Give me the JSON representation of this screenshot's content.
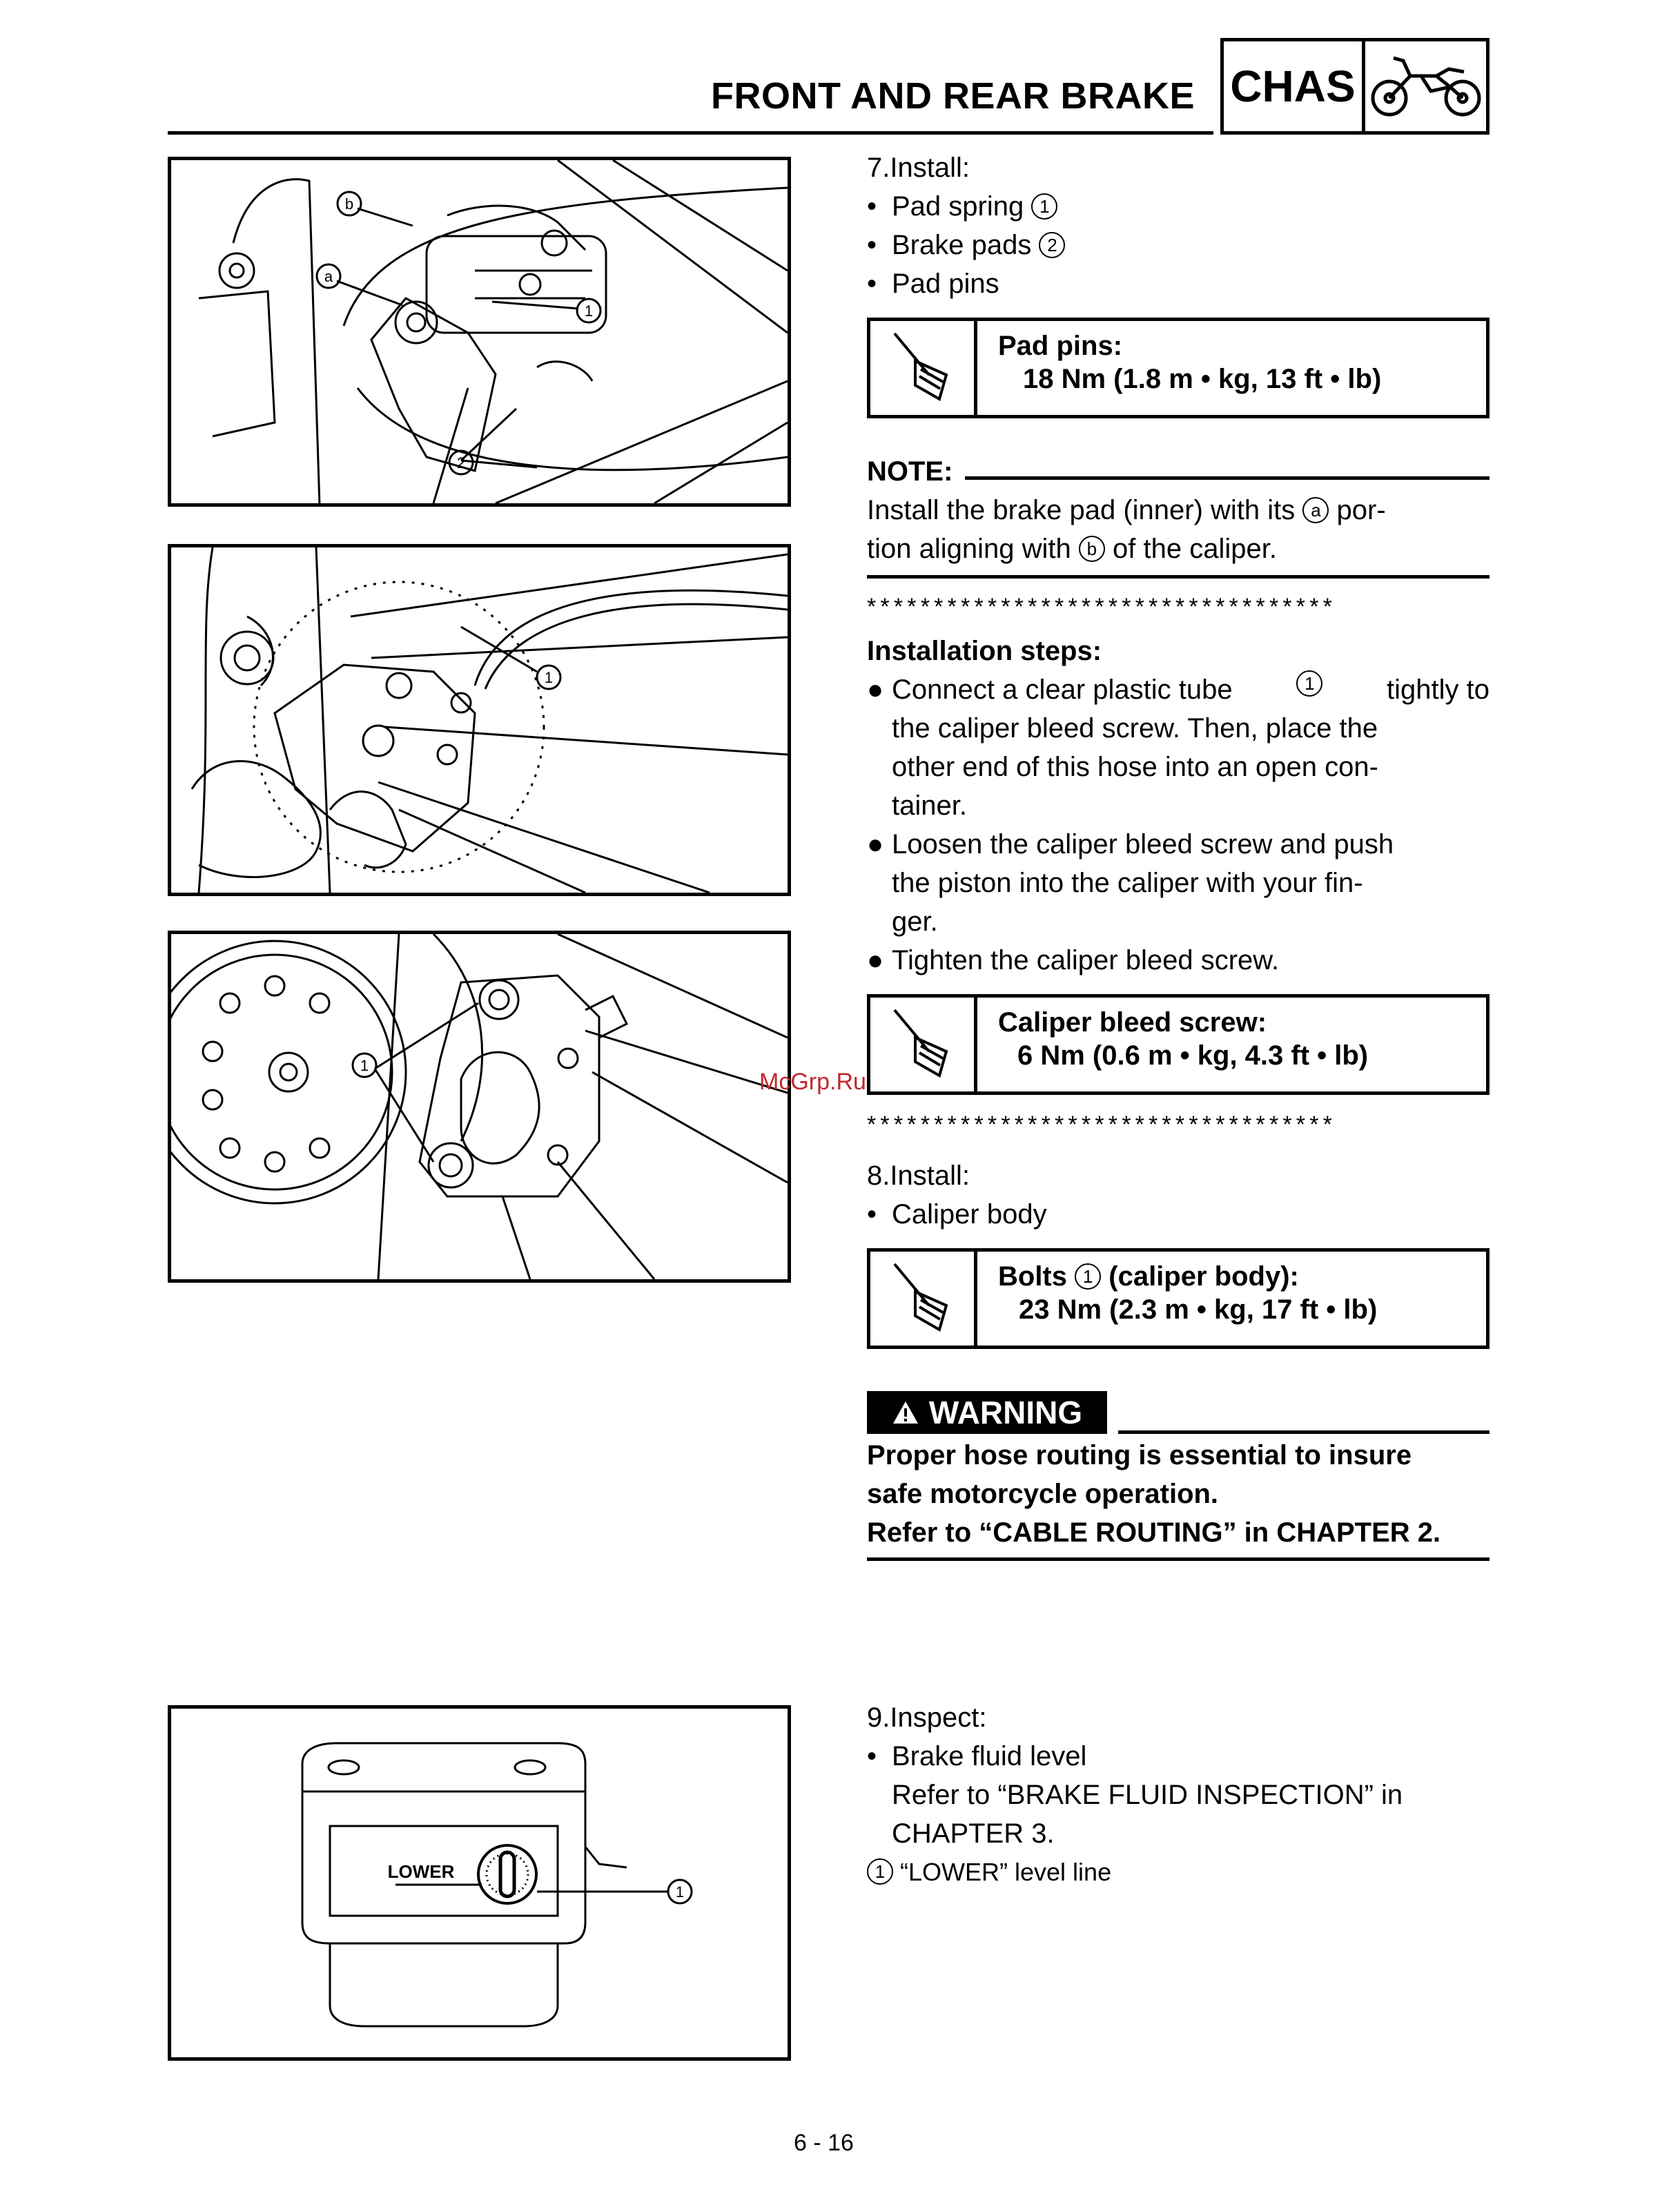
{
  "header": {
    "title": "FRONT AND REAR BRAKE",
    "section": "CHAS",
    "section_icon": "motorcycle-icon"
  },
  "figures": {
    "fig1_callouts": [
      "b",
      "a",
      "1",
      "2"
    ],
    "fig2_callouts": [
      "1"
    ],
    "fig3_callouts": [
      "1"
    ],
    "fig4_label": "LOWER",
    "fig4_callouts": [
      "1"
    ]
  },
  "step7": {
    "heading": "7.Install:",
    "items": [
      "Pad spring",
      "Brake pads",
      "Pad pins"
    ],
    "item_marks": [
      "1",
      "2",
      ""
    ],
    "spec": {
      "label": "Pad pins:",
      "value": "18 Nm (1.8 m • kg, 13 ft • lb)"
    }
  },
  "note": {
    "label": "NOTE:",
    "line1_a": "Install the brake pad (inner) with its",
    "line1_mark": "a",
    "line1_b": "por-",
    "line2_a": "tion aligning with",
    "line2_mark": "b",
    "line2_b": "of the caliper."
  },
  "stars": "***********************************",
  "installation": {
    "heading": "Installation steps:",
    "s1_a": "Connect a clear plastic tube",
    "s1_mark": "1",
    "s1_b": "tightly to",
    "s1_lines": [
      "the caliper bleed screw. Then, place the",
      "other end of this hose into an open con-",
      "tainer."
    ],
    "s2_lines": [
      "Loosen the caliper bleed screw and push",
      "the piston into the caliper with your fin-",
      "ger."
    ],
    "s3": "Tighten the caliper bleed screw.",
    "spec": {
      "label": "Caliper bleed screw:",
      "value": "6 Nm (0.6 m • kg, 4.3 ft • lb)"
    }
  },
  "step8": {
    "heading": "8.Install:",
    "item": "Caliper body",
    "spec": {
      "label_a": "Bolts",
      "label_mark": "1",
      "label_b": "(caliper body):",
      "value": "23 Nm (2.3 m • kg, 17 ft • lb)"
    }
  },
  "warning": {
    "badge": "WARNING",
    "lines": [
      "Proper hose routing is essential to insure",
      "safe motorcycle operation.",
      "Refer to “CABLE ROUTING” in CHAPTER 2."
    ]
  },
  "step9": {
    "heading": "9.Inspect:",
    "item": "Brake fluid level",
    "ref_lines": [
      "Refer to “BRAKE FLUID INSPECTION” in",
      "CHAPTER 3."
    ],
    "legend_mark": "1",
    "legend_text": "“LOWER” level line"
  },
  "watermark": "McGrp.Ru",
  "page_number": "6 - 16"
}
